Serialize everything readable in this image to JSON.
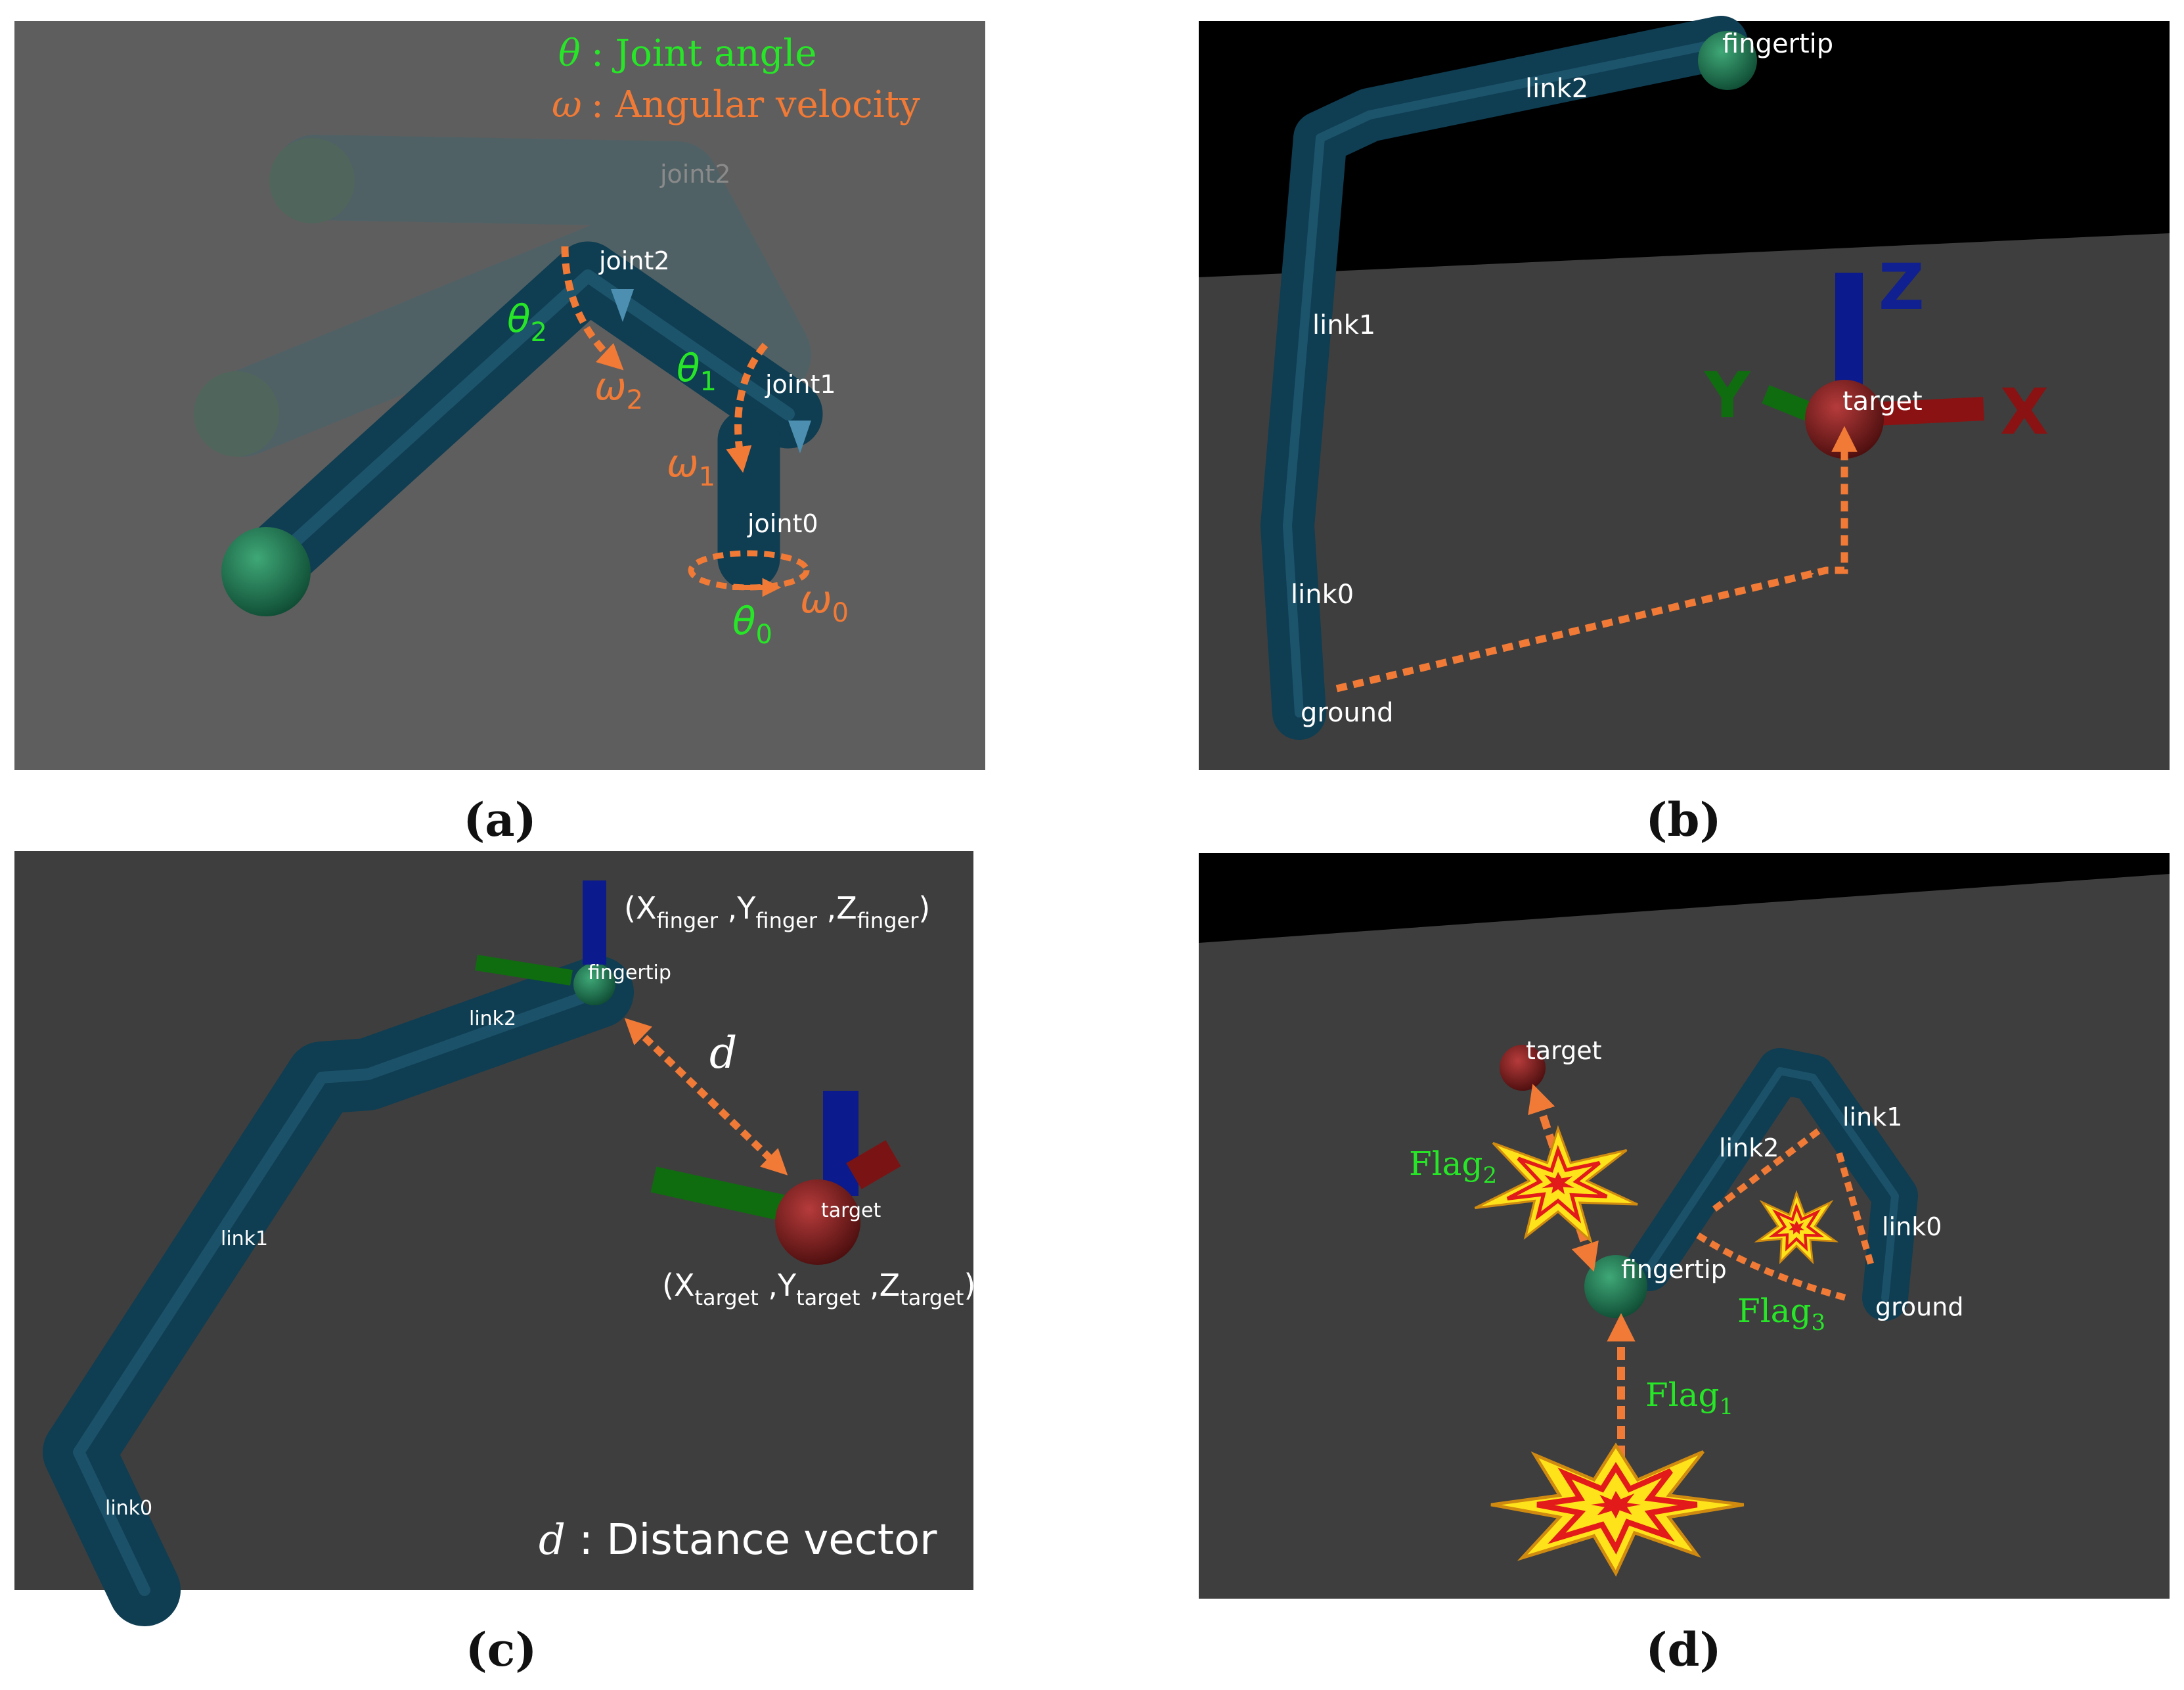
{
  "panels": {
    "a": {
      "caption": "(a)",
      "legend": {
        "theta_symbol": "θ",
        "theta_text": ": Joint angle",
        "omega_symbol": "ω",
        "omega_text": ": Angular velocity"
      },
      "joints": {
        "ghost_joint2": "joint2",
        "joint2": "joint2",
        "joint1": "joint1",
        "joint0": "joint0"
      },
      "angles": {
        "theta2": "θ",
        "theta2_sub": "2",
        "theta1": "θ",
        "theta1_sub": "1",
        "theta0": "θ",
        "theta0_sub": "0"
      },
      "velocities": {
        "omega2": "ω",
        "omega2_sub": "2",
        "omega1": "ω",
        "omega1_sub": "1",
        "omega0": "ω",
        "omega0_sub": "0"
      }
    },
    "b": {
      "caption": "(b)",
      "labels": {
        "fingertip": "fingertip",
        "link2": "link2",
        "link1": "link1",
        "link0": "link0",
        "ground": "ground",
        "target": "target"
      },
      "axes": {
        "x": "X",
        "y": "Y",
        "z": "Z"
      }
    },
    "c": {
      "caption": "(c)",
      "labels": {
        "fingertip": "fingertip",
        "link2": "link2",
        "link1": "link1",
        "link0": "link0",
        "target": "target",
        "d": "d"
      },
      "finger_coord": {
        "open": "(X",
        "sub_x": "finger",
        "comma1": " ,Y",
        "sub_y": "finger",
        "comma2": " ,Z",
        "sub_z": "finger",
        "close": ")"
      },
      "target_coord": {
        "open": "(X",
        "sub_x": "target",
        "comma1": " ,Y",
        "sub_y": "target",
        "comma2": " ,Z",
        "sub_z": "target",
        "close": ")"
      },
      "legend": {
        "symbol": "d",
        "text": " : Distance vector"
      }
    },
    "d": {
      "caption": "(d)",
      "labels": {
        "target": "target",
        "link1": "link1",
        "link2": "link2",
        "link0": "link0",
        "fingertip": "fingertip",
        "ground": "ground"
      },
      "flags": {
        "flag1": "Flag",
        "flag1_sub": "1",
        "flag2": "Flag",
        "flag2_sub": "2",
        "flag3": "Flag",
        "flag3_sub": "3"
      }
    }
  },
  "colors": {
    "accent_orange": "#f07a36",
    "label_green": "#27e627",
    "tube": "#0f3d52",
    "panel_a_bg": "#5e5e5e",
    "floor": "#3e3e3e",
    "sky": "#000000"
  }
}
